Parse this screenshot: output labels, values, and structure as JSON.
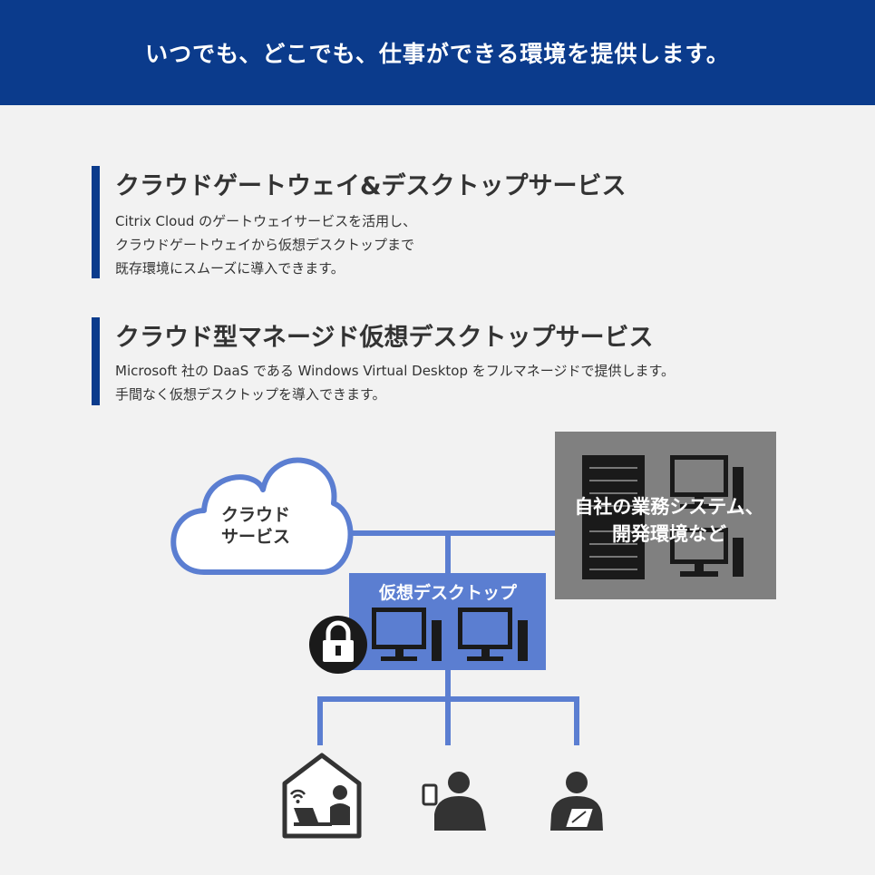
{
  "header": {
    "title": "いつでも、どこでも、仕事ができる環境を提供します。"
  },
  "sections": [
    {
      "title": "クラウドゲートウェイ&デスクトップサービス",
      "lines": [
        "Citrix Cloud のゲートウェイサービスを活用し、",
        "クラウドゲートウェイから仮想デスクトップまで",
        "既存環境にスムーズに導入できます。"
      ]
    },
    {
      "title": "クラウド型マネージド仮想デスクトップサービス",
      "lines": [
        "Microsoft 社の DaaS である Windows Virtual Desktop をフルマネージドで提供します。",
        "手間なく仮想デスクトップを導入できます。"
      ]
    }
  ],
  "diagram": {
    "cloud_label_line1": "クラウド",
    "cloud_label_line2": "サービス",
    "vdesktop_label": "仮想デスクトップ",
    "onprem_label_line1": "自社の業務システム、",
    "onprem_label_line2": "開発環境など"
  },
  "colors": {
    "brand_navy": "#0b3b8c",
    "line_blue": "#5b7ed1",
    "icon_dark": "#333333",
    "onprem_gray": "#808080"
  }
}
